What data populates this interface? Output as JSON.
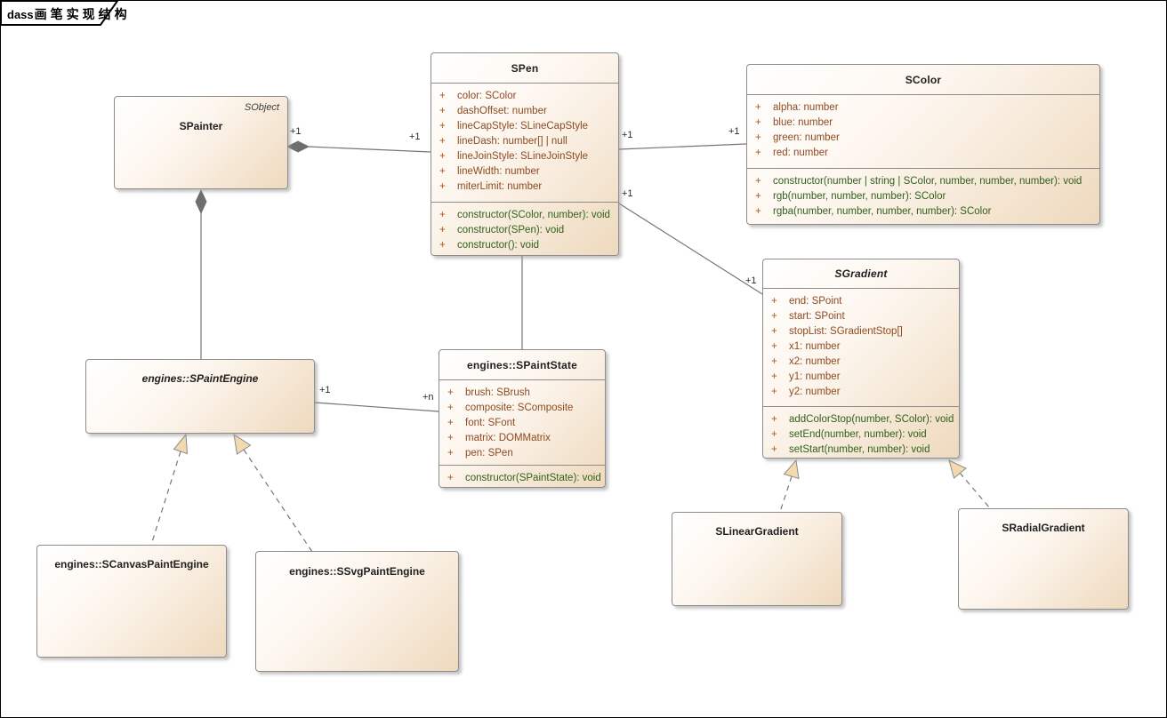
{
  "frame": {
    "keyword": "dass",
    "title": "画笔实现结构"
  },
  "palette": {
    "box_border": "#8d8d8d",
    "box_fill_from": "#ffffff",
    "box_fill_to": "#eed9bd",
    "attribute_text": "#8e4a21",
    "method_text": "#31611c",
    "visibility_sign": "#a9551d",
    "line": "#767676",
    "diamond_fill": "#6e6e6e",
    "arrowhead_fill": "#f2d9ae",
    "multiplicity_text": "#2b2b2b"
  },
  "classes": {
    "spainter": {
      "name": "SPainter",
      "annotation": "SObject",
      "attributes": [],
      "methods": []
    },
    "spen": {
      "name": "SPen",
      "attributes": [
        {
          "vis": "+",
          "text": "color: SColor"
        },
        {
          "vis": "+",
          "text": "dashOffset: number"
        },
        {
          "vis": "+",
          "text": "lineCapStyle: SLineCapStyle"
        },
        {
          "vis": "+",
          "text": "lineDash: number[] | null"
        },
        {
          "vis": "+",
          "text": "lineJoinStyle: SLineJoinStyle"
        },
        {
          "vis": "+",
          "text": "lineWidth: number"
        },
        {
          "vis": "+",
          "text": "miterLimit: number"
        }
      ],
      "methods": [
        {
          "vis": "+",
          "text": "constructor(SColor, number): void"
        },
        {
          "vis": "+",
          "text": "constructor(SPen): void"
        },
        {
          "vis": "+",
          "text": "constructor(): void"
        }
      ]
    },
    "scolor": {
      "name": "SColor",
      "attributes": [
        {
          "vis": "+",
          "text": "alpha: number"
        },
        {
          "vis": "+",
          "text": "blue: number"
        },
        {
          "vis": "+",
          "text": "green: number"
        },
        {
          "vis": "+",
          "text": "red: number"
        }
      ],
      "methods": [
        {
          "vis": "+",
          "text": "constructor(number | string | SColor, number, number, number): void"
        },
        {
          "vis": "+",
          "text": "rgb(number, number, number): SColor"
        },
        {
          "vis": "+",
          "text": "rgba(number, number, number, number): SColor"
        }
      ]
    },
    "sgradient": {
      "name": "SGradient",
      "attributes": [
        {
          "vis": "+",
          "text": "end: SPoint"
        },
        {
          "vis": "+",
          "text": "start: SPoint"
        },
        {
          "vis": "+",
          "text": "stopList: SGradientStop[]"
        },
        {
          "vis": "+",
          "text": "x1: number"
        },
        {
          "vis": "+",
          "text": "x2: number"
        },
        {
          "vis": "+",
          "text": "y1: number"
        },
        {
          "vis": "+",
          "text": "y2: number"
        }
      ],
      "methods": [
        {
          "vis": "+",
          "text": "addColorStop(number, SColor): void"
        },
        {
          "vis": "+",
          "text": "setEnd(number, number): void"
        },
        {
          "vis": "+",
          "text": "setStart(number, number): void"
        }
      ]
    },
    "spaintstate": {
      "name": "engines::SPaintState",
      "attributes": [
        {
          "vis": "+",
          "text": "brush: SBrush"
        },
        {
          "vis": "+",
          "text": "composite: SComposite"
        },
        {
          "vis": "+",
          "text": "font: SFont"
        },
        {
          "vis": "+",
          "text": "matrix: DOMMatrix"
        },
        {
          "vis": "+",
          "text": "pen: SPen"
        }
      ],
      "methods": [
        {
          "vis": "+",
          "text": "constructor(SPaintState): void"
        }
      ]
    },
    "spaintengine": {
      "name": "engines::SPaintEngine",
      "attributes": [],
      "methods": []
    },
    "scanvaspaintengine": {
      "name": "engines::SCanvasPaintEngine",
      "attributes": [],
      "methods": []
    },
    "ssvgpaintengine": {
      "name": "engines::SSvgPaintEngine",
      "attributes": [],
      "methods": []
    },
    "slineargradient": {
      "name": "SLinearGradient",
      "attributes": [],
      "methods": []
    },
    "sradialgradient": {
      "name": "SRadialGradient",
      "attributes": [],
      "methods": []
    }
  },
  "relations": {
    "painter_pen": {
      "type": "composition",
      "source_label": "+1",
      "target_label": "+1"
    },
    "painter_engine": {
      "type": "composition"
    },
    "pen_color": {
      "type": "association",
      "source_label": "+1",
      "target_label": "+1"
    },
    "pen_gradient": {
      "type": "association",
      "source_label": "+1",
      "target_label": "+1"
    },
    "pen_state": {
      "type": "association"
    },
    "engine_state": {
      "type": "association",
      "source_label": "+1",
      "target_label": "+n"
    },
    "canvas_engine": {
      "type": "realization"
    },
    "svg_engine": {
      "type": "realization"
    },
    "linear_gradient": {
      "type": "realization"
    },
    "radial_gradient": {
      "type": "realization"
    }
  }
}
